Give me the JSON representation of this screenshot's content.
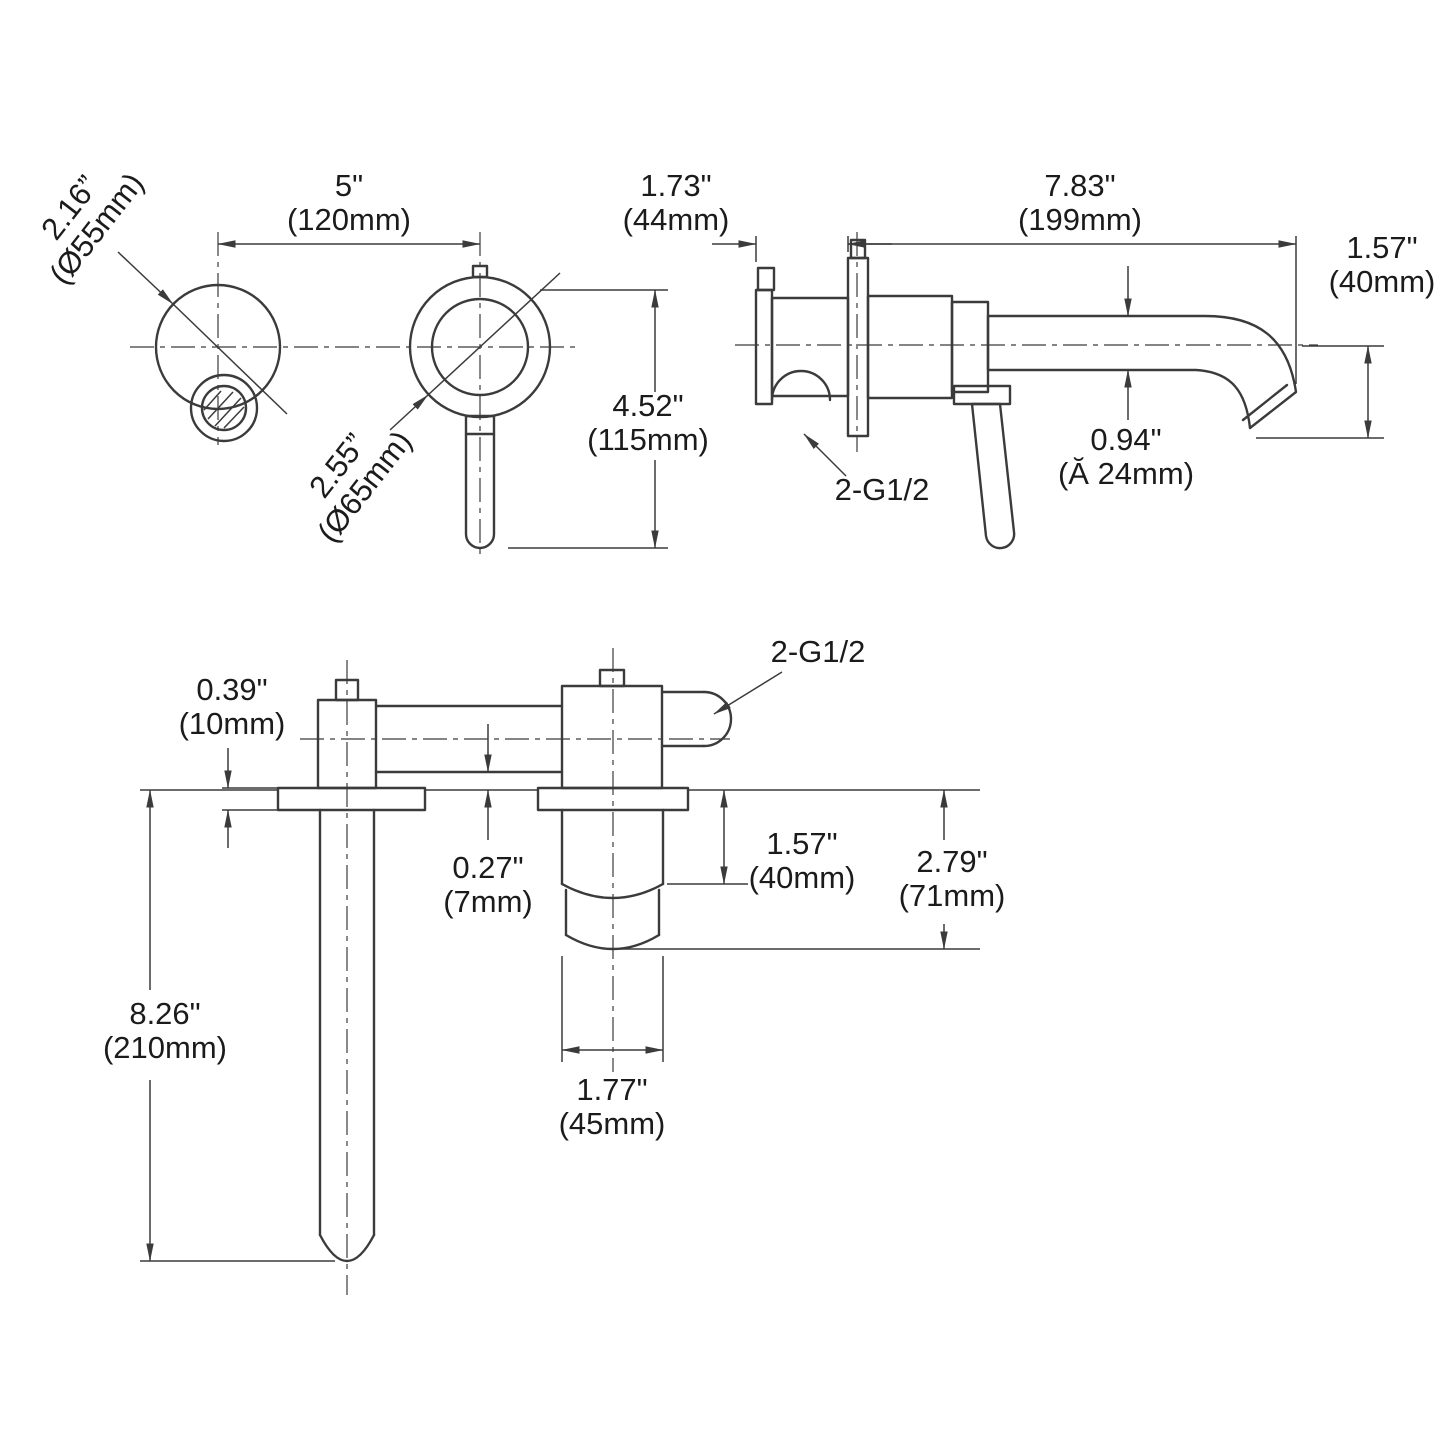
{
  "drawing_title": "wall-mount-faucet-dimension-drawing",
  "front_view": {
    "spout_dia": {
      "line1": "2.16”",
      "line2": "(Ø55mm)"
    },
    "width": {
      "line1": "5\"",
      "line2": "(120mm)"
    },
    "handle_dia": {
      "line1": "2.55”",
      "line2": "(Ø65mm)"
    },
    "height": {
      "line1": "4.52\"",
      "line2": "(115mm)"
    }
  },
  "side_view": {
    "depth": {
      "line1": "1.73\"",
      "line2": "(44mm)"
    },
    "reach": {
      "line1": "7.83\"",
      "line2": "(199mm)"
    },
    "drop": {
      "line1": "1.57\"",
      "line2": "(40mm)"
    },
    "tube_dia": {
      "line1": "0.94\"",
      "line2": "(Ă 24mm)"
    },
    "thread": "2-G1/2"
  },
  "bottom_view": {
    "plate": {
      "line1": "0.39\"",
      "line2": "(10mm)"
    },
    "gap": {
      "line1": "0.27\"",
      "line2": "(7mm)"
    },
    "depth40": {
      "line1": "1.57\"",
      "line2": "(40mm)"
    },
    "depth71": {
      "line1": "2.79\"",
      "line2": "(71mm)"
    },
    "length": {
      "line1": "8.26\"",
      "line2": "(210mm)"
    },
    "width45": {
      "line1": "1.77\"",
      "line2": "(45mm)"
    },
    "thread": "2-G1/2"
  },
  "colors": {
    "line": "#3b3b3b",
    "text": "#1b1b1b",
    "background": "#ffffff"
  }
}
